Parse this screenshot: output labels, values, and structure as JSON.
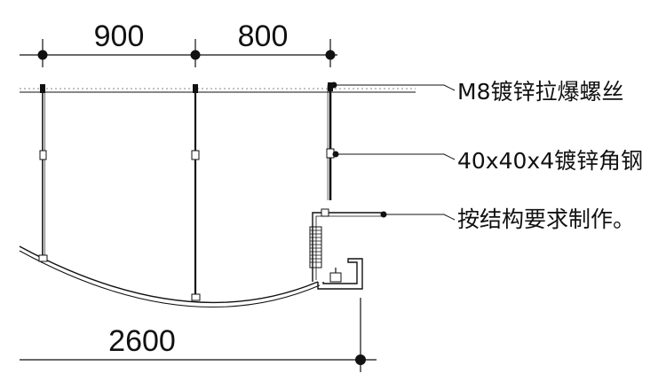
{
  "dimensions": {
    "top_left": "900",
    "top_right": "800",
    "bottom": "2600"
  },
  "annotations": {
    "bolt": "M8镀锌拉爆螺丝",
    "angle_steel": "40x40x4镀锌角钢",
    "fabrication": "按结构要求制作。"
  },
  "colors": {
    "line": "#111111",
    "background": "#ffffff"
  }
}
